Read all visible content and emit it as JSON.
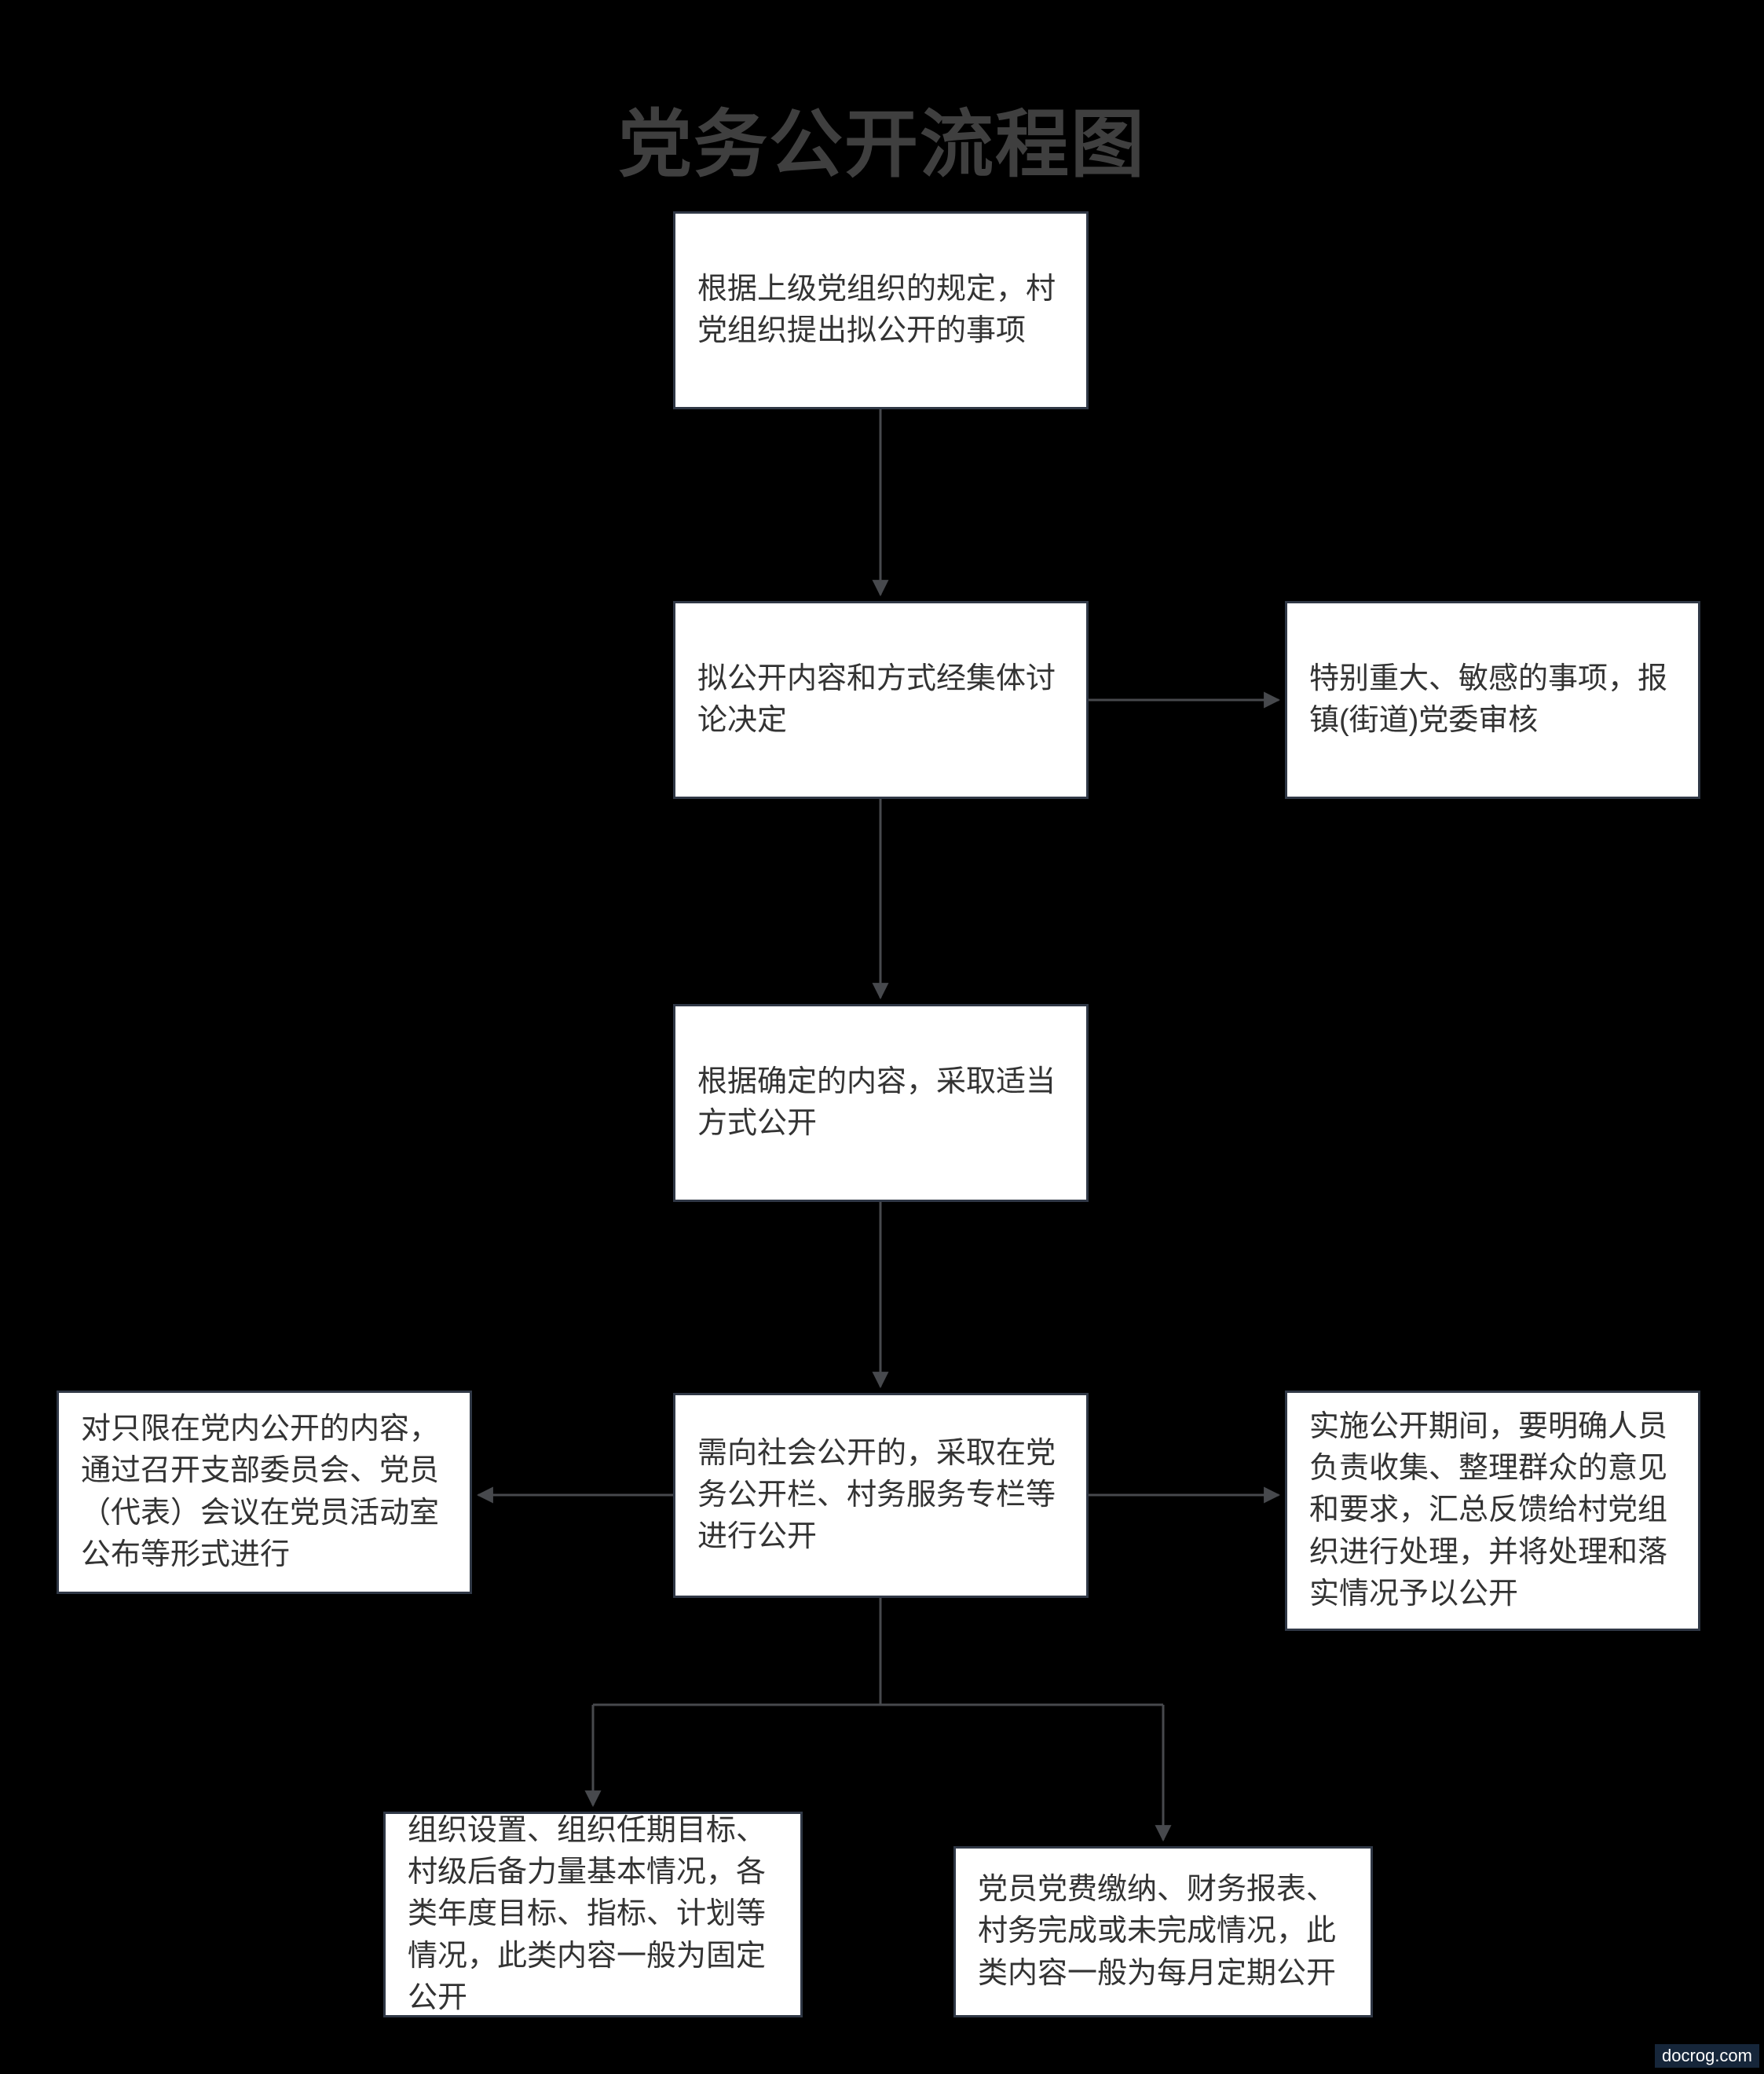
{
  "title": "党务公开流程图",
  "watermark": "docrog.com",
  "colors": {
    "background": "#000000",
    "box_fill": "#ffffff",
    "box_border": "#303846",
    "box_text": "#333333",
    "line": "#47494d",
    "title_text": "#3f3f3f"
  },
  "nodes": {
    "propose": {
      "text": "根据上级党组织的规定，村党组织提出拟公开的事项"
    },
    "discuss": {
      "text": "拟公开内容和方式经集体讨论决定"
    },
    "review": {
      "text": "特别重大、敏感的事项，报镇(街道)党委审核"
    },
    "disclose": {
      "text": "根据确定的内容，采取适当方式公开"
    },
    "public": {
      "text": "需向社会公开的，采取在党务公开栏、村务服务专栏等进行公开"
    },
    "inner_party": {
      "text": "对只限在党内公开的内容，通过召开支部委员会、党员（代表）会议在党员活动室公布等形式进行"
    },
    "feedback": {
      "text": "实施公开期间，要明确人员负责收集、整理群众的意见和要求，汇总反馈给村党组织进行处理，并将处理和落实情况予以公开"
    },
    "fixed": {
      "text": "组织设置、组织任期目标、村级后备力量基本情况，各类年度目标、指标、计划等情况，此类内容一般为固定公开"
    },
    "monthly": {
      "text": "党员党费缴纳、财务报表、村务完成或未完成情况，此类内容一般为每月定期公开"
    }
  },
  "edges": [
    {
      "from": "propose",
      "to": "discuss",
      "direction": "down"
    },
    {
      "from": "discuss",
      "to": "review",
      "direction": "right"
    },
    {
      "from": "discuss",
      "to": "disclose",
      "direction": "down"
    },
    {
      "from": "disclose",
      "to": "public",
      "direction": "down"
    },
    {
      "from": "public",
      "to": "inner_party",
      "direction": "left"
    },
    {
      "from": "public",
      "to": "feedback",
      "direction": "right"
    },
    {
      "from": "public",
      "to": "fixed",
      "direction": "down-left"
    },
    {
      "from": "public",
      "to": "monthly",
      "direction": "down-right"
    }
  ]
}
